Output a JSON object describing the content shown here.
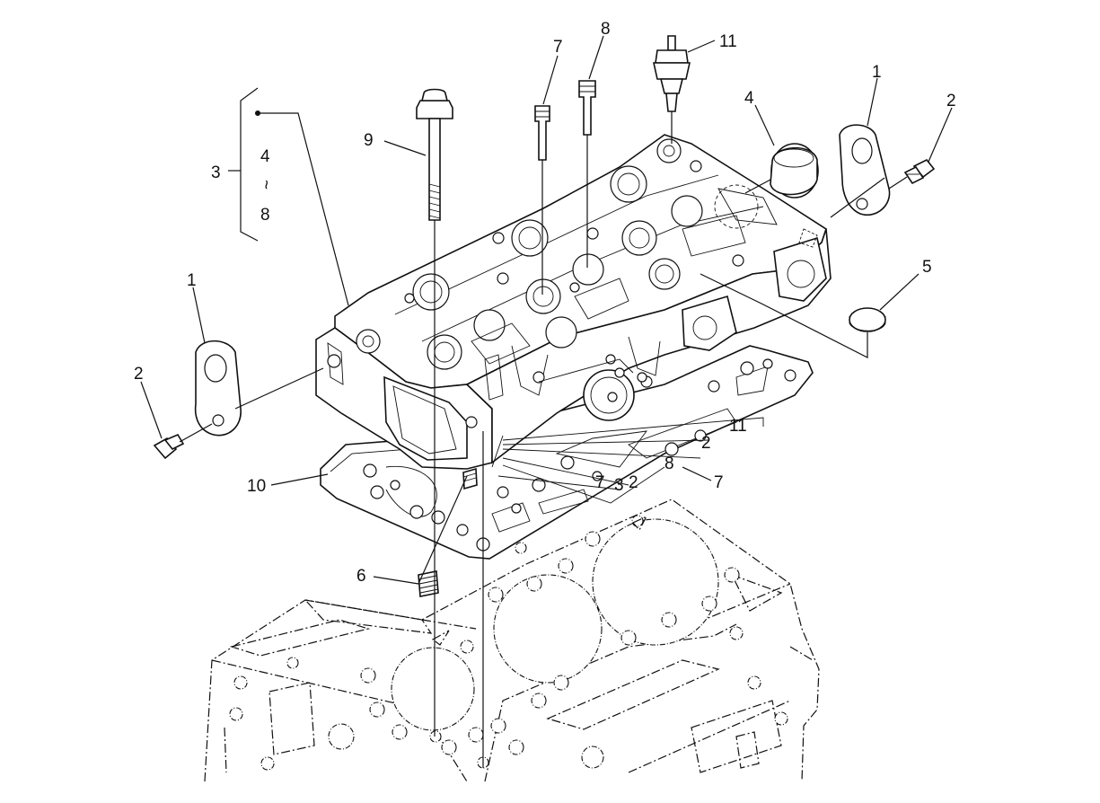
{
  "callouts": {
    "c1_right": "1",
    "c2_right": "2",
    "c3": "3",
    "c3_range_start": "4",
    "c3_range_tilde": "~",
    "c3_range_end": "8",
    "c4": "4",
    "c5": "5",
    "c7_top": "7",
    "c8_top": "8",
    "c9": "9",
    "c11": "11",
    "c1_left": "1",
    "c2_left": "2",
    "c10": "10",
    "c6": "6",
    "c7_right": "7",
    "inner_11": "11",
    "inner_2a": "2",
    "inner_8": "8",
    "inner_3": "3",
    "inner_7": "7",
    "inner_2b": "2"
  }
}
